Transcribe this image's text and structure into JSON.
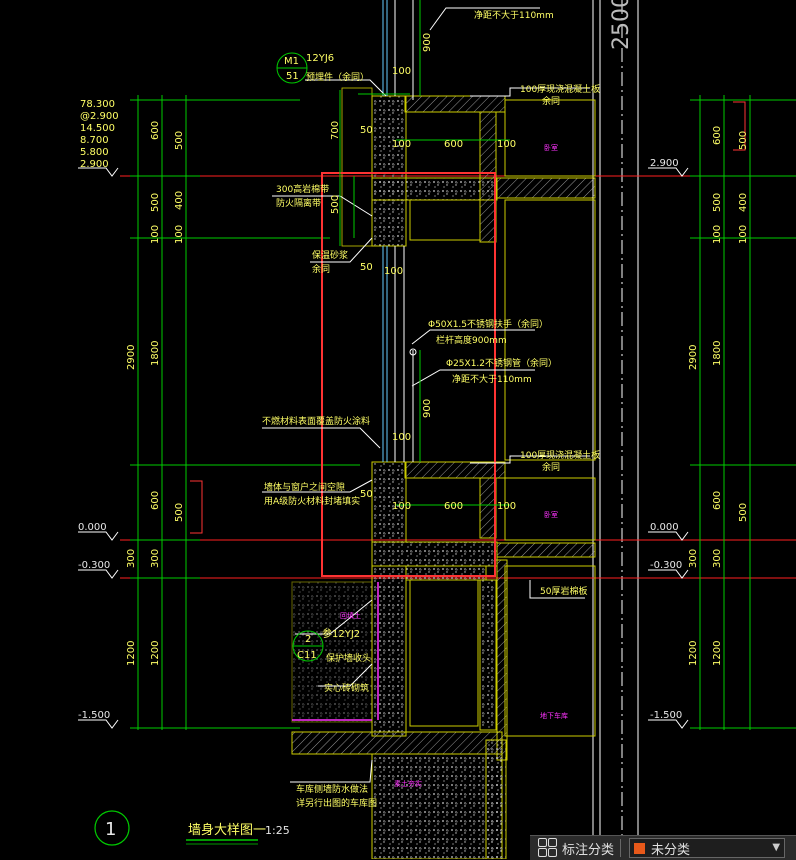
{
  "drawing": {
    "top_right_label": "2500",
    "mark_m1": {
      "top": "M1",
      "bottom": "51",
      "ref": "12YJ6"
    },
    "mark_c11": {
      "top": "2",
      "bottom": "C11",
      "ref": "参12YJ2"
    },
    "detail_number": "1",
    "detail_title": "墙身大样图一",
    "detail_scale": "1:25",
    "level_stack": [
      "78.300",
      "@2.900",
      "14.500",
      "8.700",
      "5.800",
      "2.900"
    ],
    "levels_left": [
      "2.900",
      "0.000",
      "-0.300",
      "-1.500"
    ],
    "levels_right": [
      "2.900",
      "0.000",
      "-0.300",
      "-1.500"
    ],
    "dims_left_outer": [
      "600",
      "500",
      "100",
      "2900",
      "600",
      "300",
      "1200"
    ],
    "dims_left_inner": [
      "500",
      "400",
      "100",
      "1800",
      "500",
      "300",
      "1200"
    ],
    "dims_right_outer": [
      "600",
      "500",
      "100",
      "2900",
      "600",
      "300",
      "1200"
    ],
    "dims_right_inner": [
      "500",
      "400",
      "100",
      "1800",
      "500",
      "300",
      "1200"
    ],
    "dims_center": [
      "700",
      "500",
      "50",
      "100",
      "600",
      "100",
      "50",
      "100",
      "900",
      "900",
      "50",
      "100",
      "600",
      "100",
      "100",
      "100"
    ],
    "annotations": {
      "top_note": "净距不大于110mm",
      "embedded": "预埋件（余同）",
      "slab_top": "100厚现浇混凝土板",
      "slab_top_sub": "余同",
      "firebreak": "300高岩棉带",
      "firebreak_sub": "防火隔离带",
      "mortar": "保温砂浆",
      "mortar_sub": "余同",
      "handrail": "Φ50X1.5不锈钢扶手（余同）",
      "handrail_sub": "栏杆高度900mm",
      "railing": "Φ25X1.2不锈钢管（余同）",
      "railing_sub": "净距不大于110mm",
      "fire_coating": "不燃材料表面覆盖防火涂料",
      "slab_mid": "100厚现浇混凝土板",
      "slab_mid_sub": "余同",
      "window_gap": "墙体与窗户之间空隙",
      "window_gap_sub": "用A级防火材料封堵填实",
      "rockwool_board": "50厚岩棉板",
      "protect_wall": "保护墙收头",
      "solid_brick": "实心砖砌筑",
      "waterproof": "车库侧墙防水做法",
      "waterproof_sub": "详另行出图的车库图",
      "mag_room1": "卧室",
      "mag_room2": "卧室",
      "mag_garage": "地下车库",
      "mag_backfill": "素土夯实",
      "mag_mid": "回填土"
    }
  },
  "status_bar": {
    "label": "标注分类",
    "value": "未分类",
    "swatch_color": "#e8591a"
  },
  "colors": {
    "background": "#000000",
    "dim_green": "#00cc00",
    "text_yellow": "#ffff66",
    "highlight_red": "#ff3333",
    "level_red": "#ff2020",
    "wall_yellow": "#cccc00"
  }
}
